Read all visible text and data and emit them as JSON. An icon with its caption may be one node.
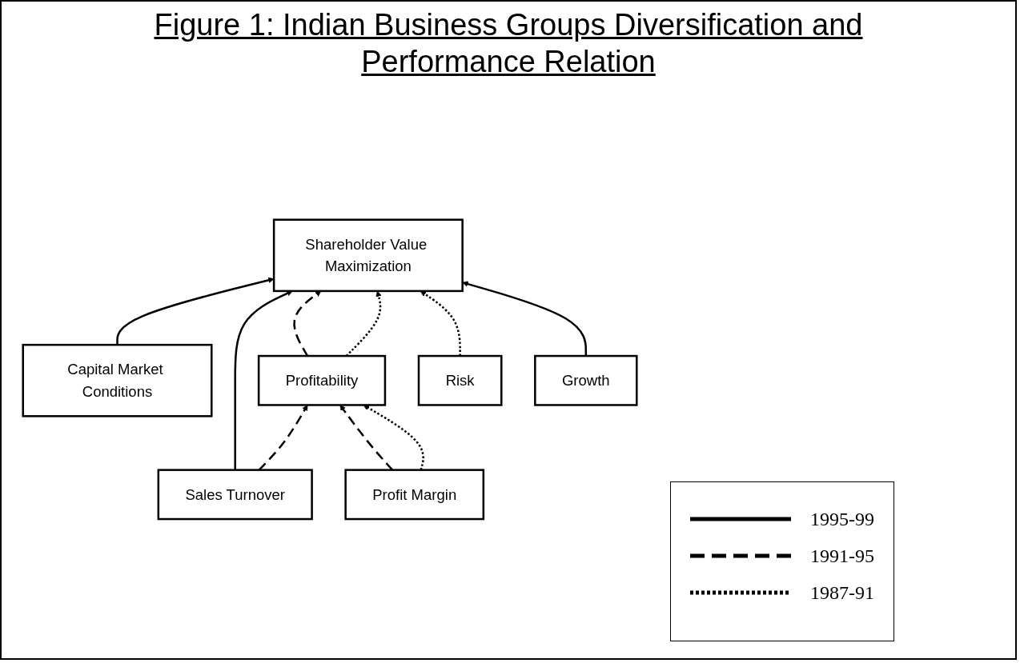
{
  "diagram": {
    "title": "Figure 1: Indian Business Groups Diversification and Performance Relation",
    "nodes": [
      {
        "text": [
          "Capital Market Conditions"
        ]
      },
      {
        "text": [
          "Shareholder Value Maximization"
        ]
      },
      {
        "text": [
          "Profitability"
        ]
      },
      {
        "text": [
          "Risk"
        ]
      },
      {
        "text": [
          "Growth"
        ]
      },
      {
        "text": [
          "Sales Turnover"
        ]
      },
      {
        "text": [
          "Profit Margin"
        ]
      }
    ],
    "edges": [
      {
        "from": 0,
        "to": 1,
        "arrow": "to"
      },
      {
        "from": 5,
        "to": 1,
        "arrow": "to"
      },
      {
        "from": 2,
        "to": 1,
        "arrow": "to",
        "style": "dashed"
      },
      {
        "from": 2,
        "to": 1,
        "arrow": "to",
        "style": "dashed"
      },
      {
        "from": 3,
        "to": 1,
        "arrow": "to",
        "style": "dashed"
      },
      {
        "from": 4,
        "to": 1,
        "arrow": "to"
      },
      {
        "from": 5,
        "to": 2,
        "arrow": "to",
        "style": "dashed"
      },
      {
        "from": 6,
        "to": 2,
        "arrow": "to",
        "style": "dashed"
      },
      {
        "from": 6,
        "to": 2,
        "arrow": "to",
        "style": "dashed"
      }
    ],
    "legend": [
      {
        "text": "1995-99"
      },
      {
        "text": "1991-95"
      },
      {
        "text": "1987-91"
      }
    ]
  }
}
